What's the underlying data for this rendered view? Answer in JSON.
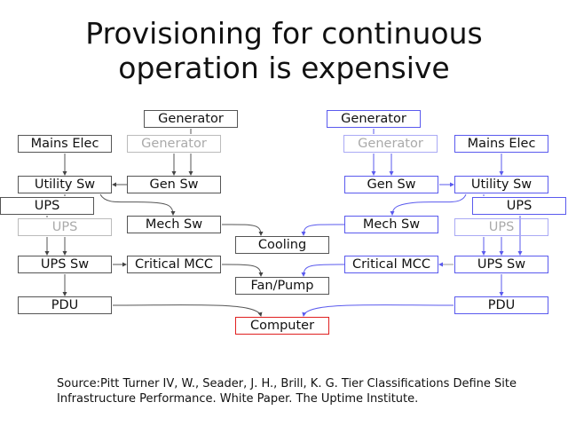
{
  "title": {
    "line1": "Provisioning for continuous",
    "line2": "operation is expensive"
  },
  "diagram": {
    "left": {
      "mains_elec": "Mains Elec",
      "generator": "Generator",
      "generator_ghost": "Generator",
      "utility_sw": "Utility Sw",
      "gen_sw": "Gen Sw",
      "ups": "UPS",
      "ups_ghost": "UPS",
      "mech_sw": "Mech Sw",
      "ups_sw": "UPS Sw",
      "critical_mcc": "Critical MCC",
      "pdu": "PDU"
    },
    "center": {
      "cooling": "Cooling",
      "fan_pump": "Fan/Pump",
      "computer": "Computer"
    },
    "right": {
      "generator": "Generator",
      "generator_ghost": "Generator",
      "mains_elec": "Mains Elec",
      "gen_sw": "Gen Sw",
      "utility_sw": "Utility Sw",
      "mech_sw": "Mech Sw",
      "ups": "UPS",
      "ups_ghost": "UPS",
      "critical_mcc": "Critical MCC",
      "ups_sw": "UPS Sw",
      "pdu": "PDU"
    },
    "colors": {
      "left": "#555555",
      "right": "#5a5aee",
      "computer": "#e02020"
    }
  },
  "source": "Source:Pitt Turner IV, W., Seader, J. H., Brill, K. G. Tier Classifications Define Site Infrastructure Performance. White Paper. The Uptime Institute."
}
